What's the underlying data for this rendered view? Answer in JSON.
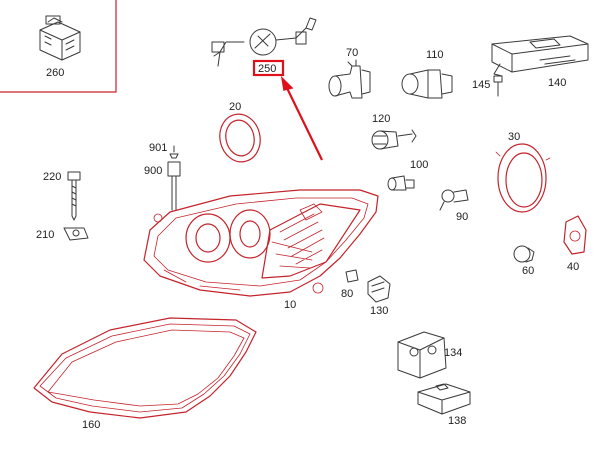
{
  "colors": {
    "line": "#c4242b",
    "highlight": "#e0101a",
    "text": "#222222",
    "background": "#ffffff"
  },
  "highlighted_part": "250",
  "parts": [
    {
      "id": "p260",
      "label": "260"
    },
    {
      "id": "p250",
      "label": "250"
    },
    {
      "id": "p70",
      "label": "70"
    },
    {
      "id": "p110",
      "label": "110"
    },
    {
      "id": "p145",
      "label": "145"
    },
    {
      "id": "p140",
      "label": "140"
    },
    {
      "id": "p20",
      "label": "20"
    },
    {
      "id": "p120",
      "label": "120"
    },
    {
      "id": "p901",
      "label": "901"
    },
    {
      "id": "p900",
      "label": "900"
    },
    {
      "id": "p30",
      "label": "30"
    },
    {
      "id": "p100",
      "label": "100"
    },
    {
      "id": "p220",
      "label": "220"
    },
    {
      "id": "p90",
      "label": "90"
    },
    {
      "id": "p210",
      "label": "210"
    },
    {
      "id": "p60",
      "label": "60"
    },
    {
      "id": "p40",
      "label": "40"
    },
    {
      "id": "p80",
      "label": "80"
    },
    {
      "id": "p10",
      "label": "10"
    },
    {
      "id": "p130",
      "label": "130"
    },
    {
      "id": "p134",
      "label": "134"
    },
    {
      "id": "p138",
      "label": "138"
    },
    {
      "id": "p160",
      "label": "160"
    }
  ]
}
